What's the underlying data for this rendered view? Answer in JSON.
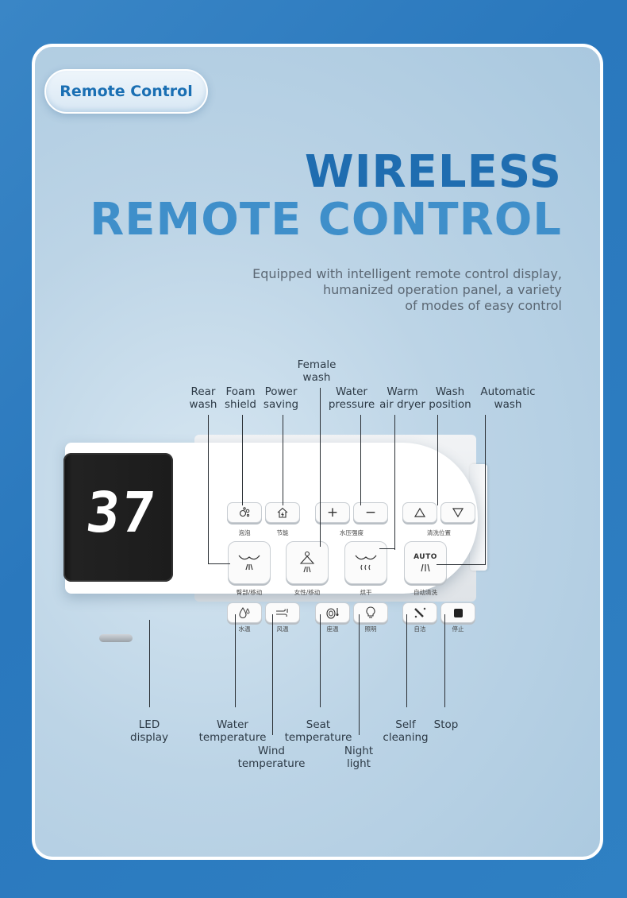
{
  "badge": {
    "label": "Remote Control"
  },
  "headline": {
    "line1": "WIRELESS",
    "line2": "REMOTE CONTROL"
  },
  "subtitle": {
    "line1": "Equipped with intelligent remote control display,",
    "line2": "humanized operation panel, a variety",
    "line3": "of modes of easy control"
  },
  "callouts_top": {
    "rear_wash": "Rear\nwash",
    "foam_shield": "Foam\nshield",
    "power_saving": "Power\nsaving",
    "female_wash": "Female\nwash",
    "water_pressure": "Water\npressure",
    "warm_air_dryer": "Warm\nair dryer",
    "wash_position": "Wash\nposition",
    "automatic_wash": "Automatic\nwash"
  },
  "callouts_bottom": {
    "led_display": "LED\ndisplay",
    "water_temperature": "Water\ntemperature",
    "wind_temperature": "Wind\ntemperature",
    "seat_temperature": "Seat\ntemperature",
    "night_light": "Night\nlight",
    "self_cleaning": "Self\ncleaning",
    "stop": "Stop"
  },
  "remote": {
    "led_value": "37",
    "auto_label": "AUTO",
    "plus": "+",
    "minus": "−",
    "captions": {
      "foam": "泡泡",
      "energy": "节能",
      "pressure": "水压强度",
      "position": "清洗位置",
      "rear": "臀部/移动",
      "female": "女性/移动",
      "dry": "烘干",
      "auto": "自动清洗",
      "water_temp": "水温",
      "wind_temp": "风温",
      "seat_temp": "座温",
      "light": "照明",
      "self_clean": "自洁",
      "stop": "停止"
    }
  },
  "colors": {
    "background_blue": "#2f80c3",
    "headline_dark": "#1f6db0",
    "headline_light": "#3f8fca",
    "badge_text": "#1a6fb3"
  }
}
